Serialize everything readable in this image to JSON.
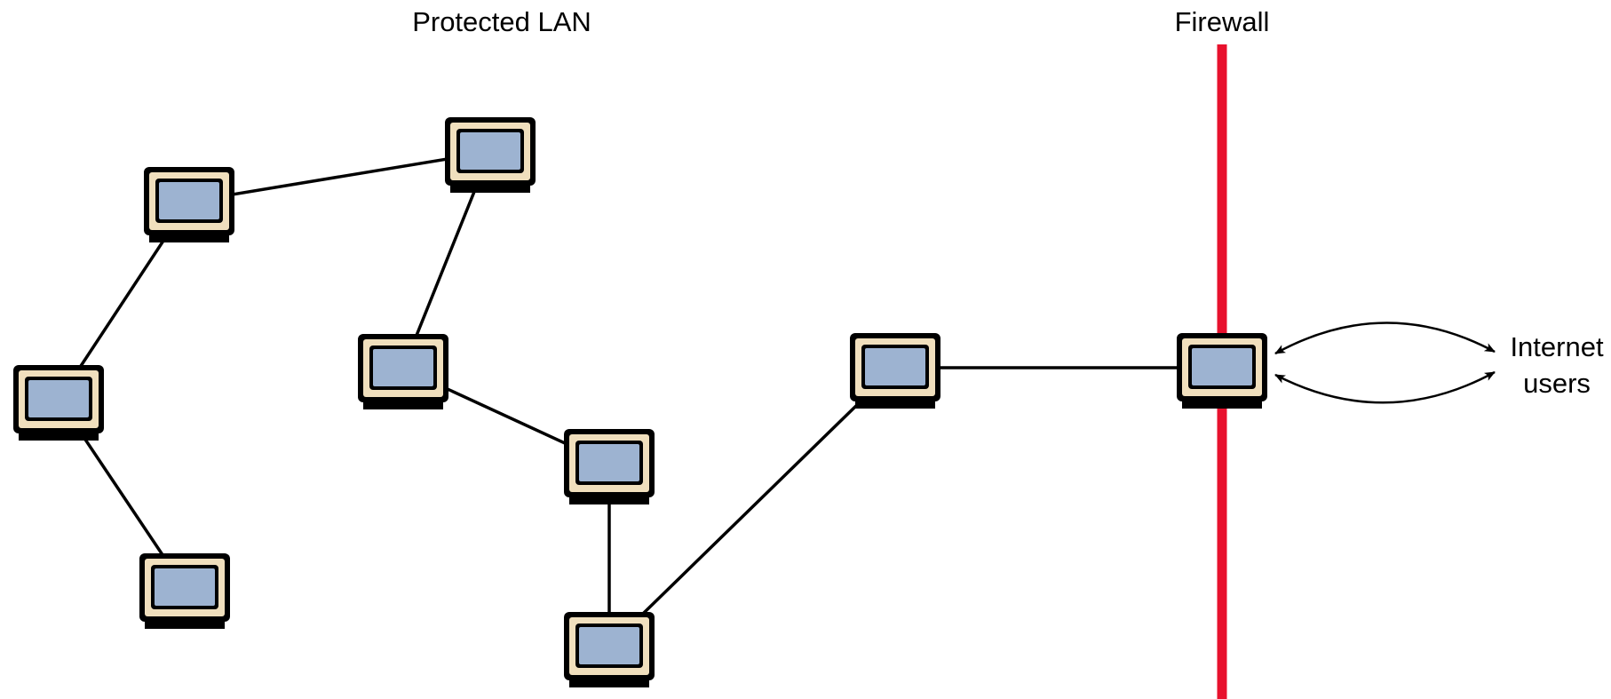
{
  "labels": {
    "protected_lan": "Protected LAN",
    "firewall": "Firewall",
    "internet_line1": "Internet",
    "internet_line2": "users"
  },
  "colors": {
    "firewall": "#e8112d",
    "screen": "#9db3d1",
    "bezel": "#f0dfbd",
    "outline": "#000000"
  },
  "icons": {
    "computer": "computer-icon",
    "arrow": "double-arrow"
  }
}
